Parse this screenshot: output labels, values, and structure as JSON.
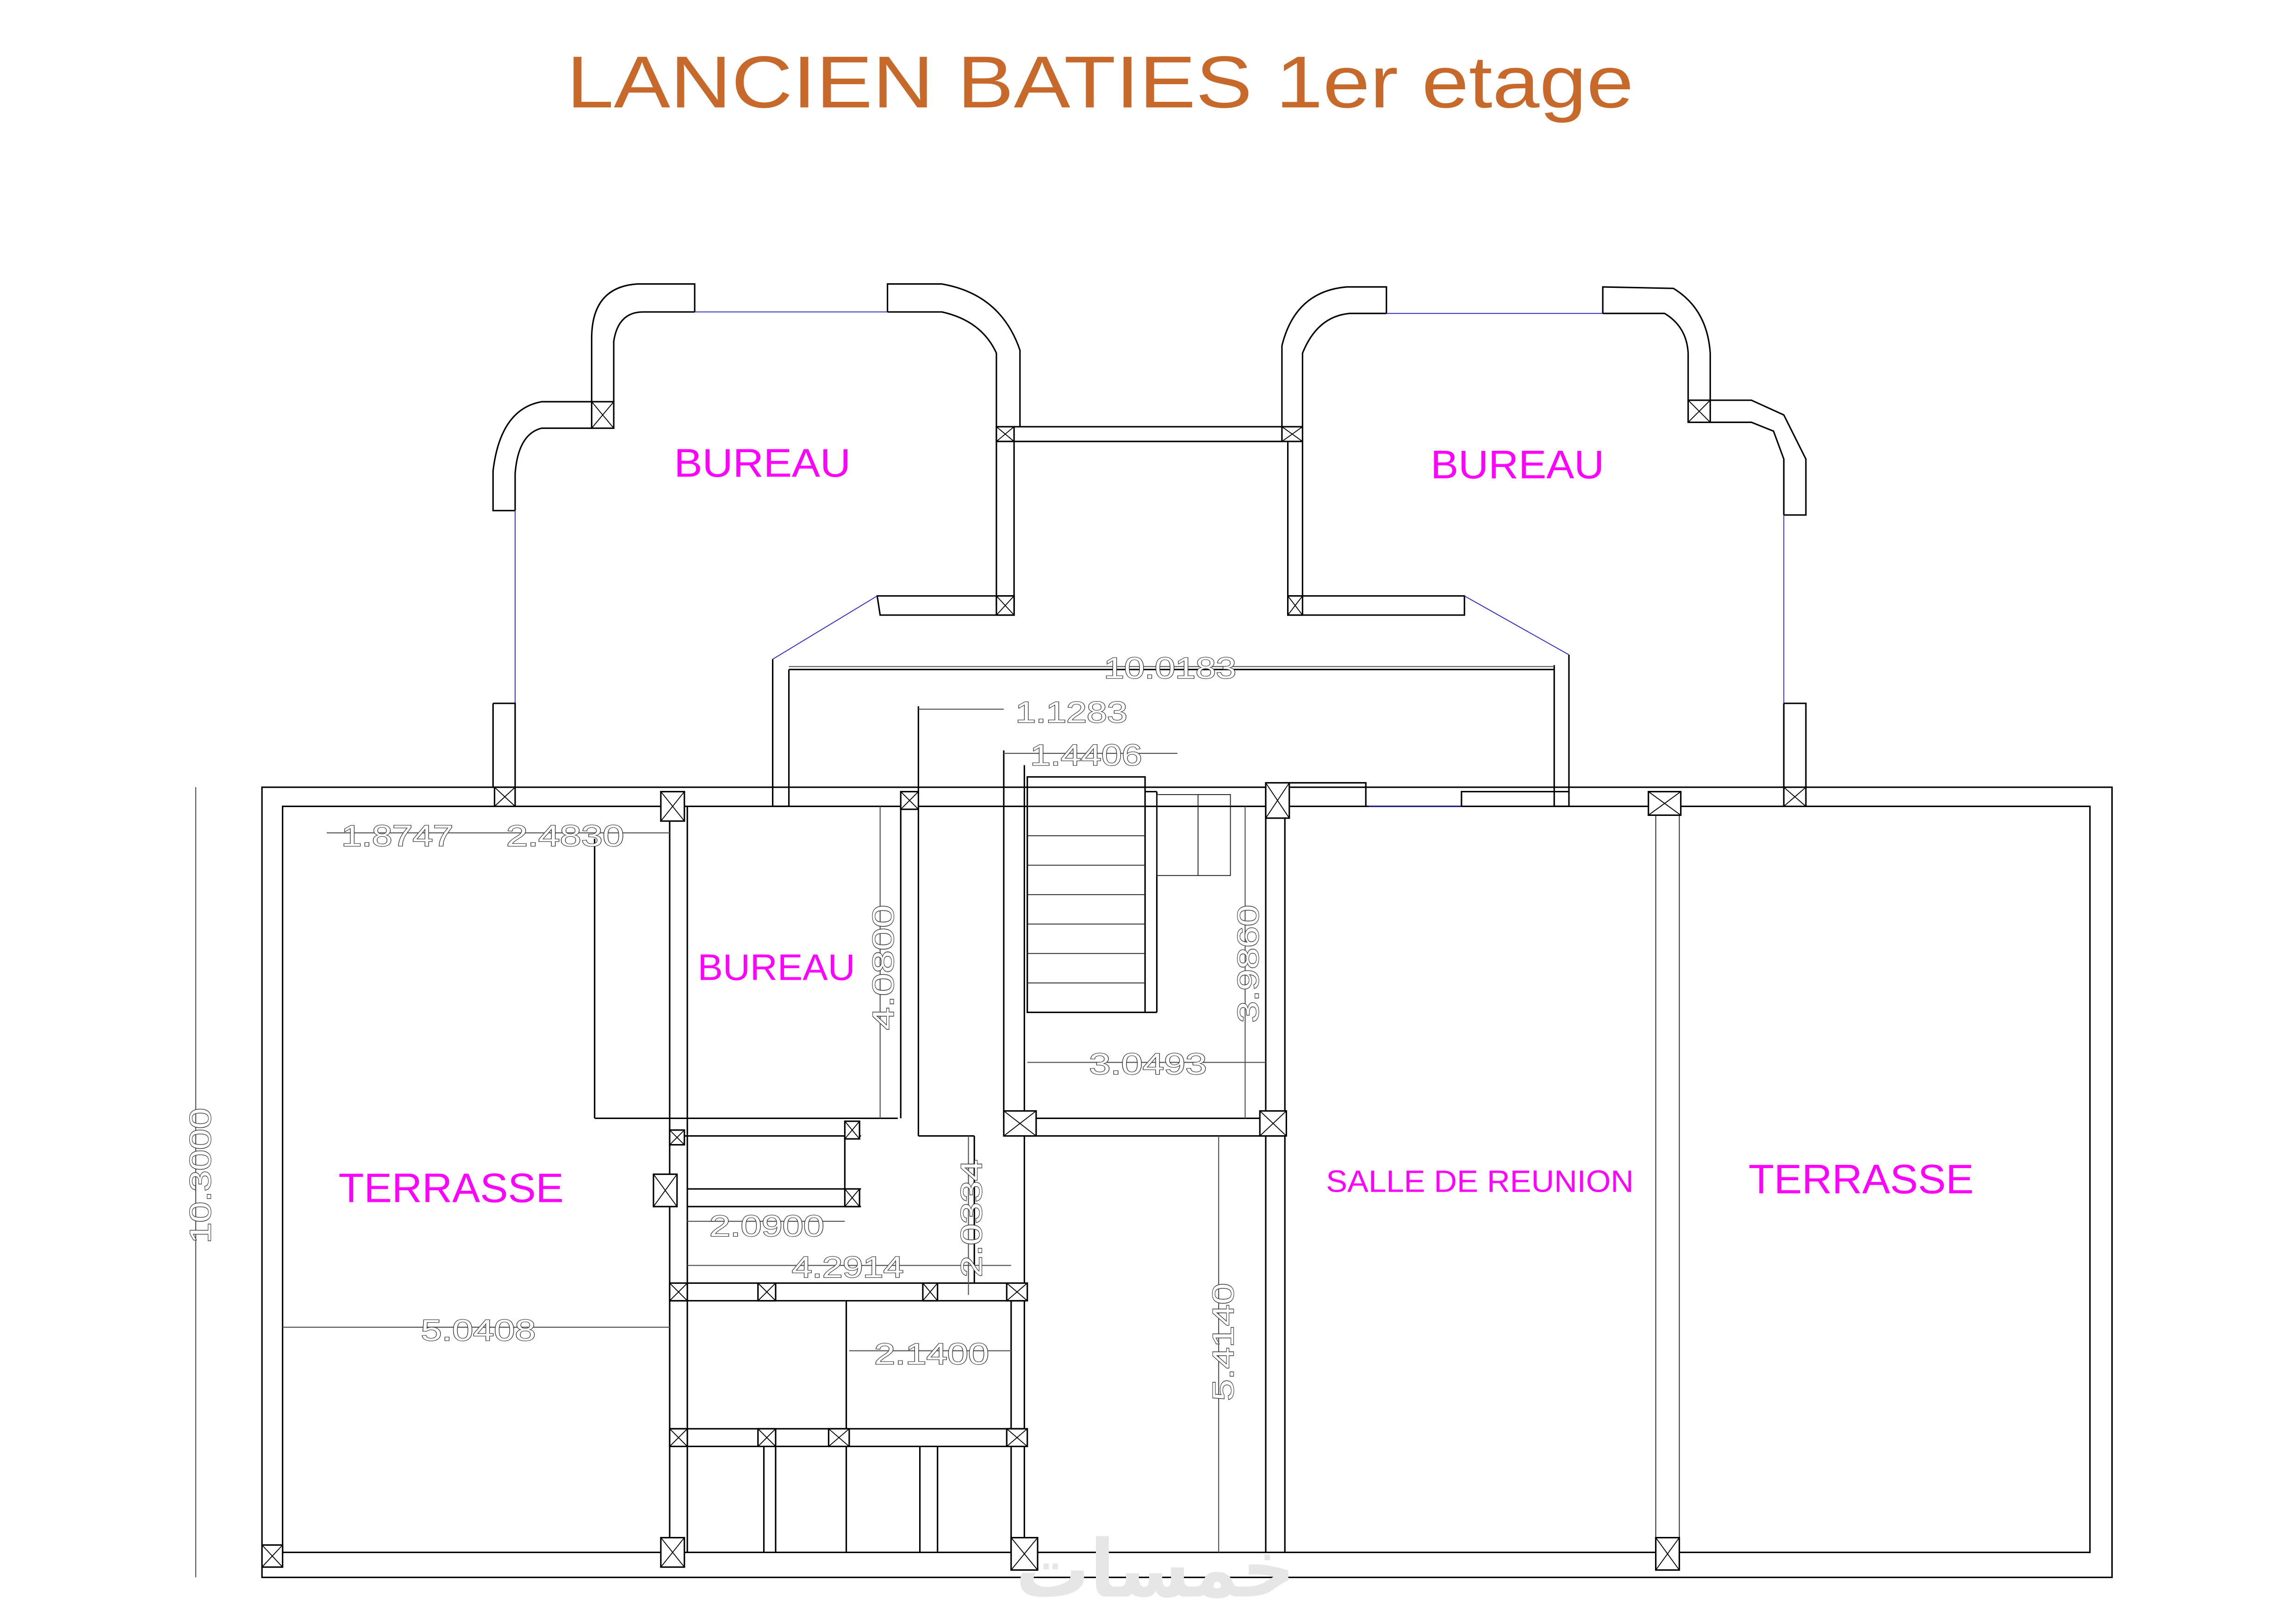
{
  "title": "LANCIEN BATIES 1er etage",
  "colors": {
    "title": "#c8692c",
    "room_label": "#ff00ff",
    "wall": "#000000",
    "window": "#2b2bbf",
    "dimension": "#555555",
    "watermark": "#e6e6e6"
  },
  "rooms": {
    "bureau_top_left": "BUREAU",
    "bureau_top_right": "BUREAU",
    "bureau_center": "BUREAU",
    "terrasse_left": "TERRASSE",
    "salle_reunion": "SALLE DE REUNION",
    "terrasse_right": "TERRASSE"
  },
  "dimensions": {
    "d_10_0183": "10.0183",
    "d_1_1283": "1.1283",
    "d_1_4406": "1.4406",
    "d_1_8747": "1.8747",
    "d_2_4830": "2.4830",
    "d_4_0800": "4.0800",
    "d_3_9860": "3.9860",
    "d_3_0493": "3.0493",
    "d_2_0900": "2.0900",
    "d_2_0334": "2.0334",
    "d_4_2914": "4.2914",
    "d_5_0408": "5.0408",
    "d_2_1400": "2.1400",
    "d_5_4140": "5.4140",
    "d_10_3000": "10.3000"
  },
  "watermark": "خمسات"
}
